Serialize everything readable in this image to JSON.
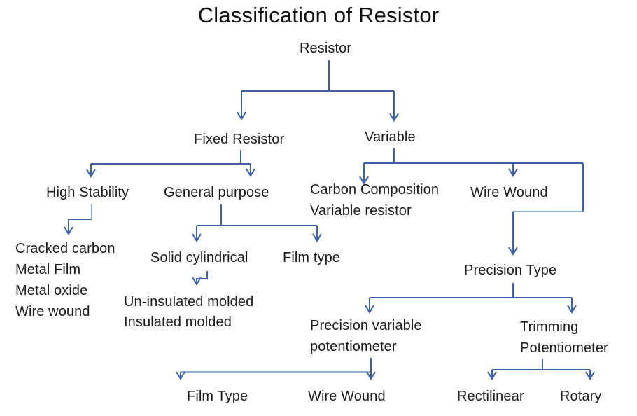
{
  "title": "Classification of Resistor",
  "nodes": {
    "resistor": {
      "label": "Resistor"
    },
    "fixed_resistor": {
      "label": "Fixed Resistor"
    },
    "variable": {
      "label": "Variable"
    },
    "high_stability": {
      "label": "High Stability"
    },
    "general_purpose": {
      "label": "General purpose"
    },
    "carbon_composition": {
      "label": "Carbon Composition\nVariable resistor"
    },
    "wire_wound_variable": {
      "label": "Wire Wound"
    },
    "high_stability_types": {
      "label": "Cracked carbon\nMetal Film\nMetal oxide\nWire wound"
    },
    "solid_cylindrical": {
      "label": "Solid cylindrical"
    },
    "film_type_general": {
      "label": "Film type"
    },
    "molded_types": {
      "label": "Un-insulated molded\nInsulated molded"
    },
    "precision_type": {
      "label": "Precision Type"
    },
    "precision_variable_potentiometer": {
      "label": "Precision variable\npotentiometer"
    },
    "trimming_potentiometer": {
      "label": "Trimming\nPotentiometer"
    },
    "film_type_precision": {
      "label": "Film Type"
    },
    "wire_wound_precision": {
      "label": "Wire Wound"
    },
    "rectilinear": {
      "label": "Rectilinear"
    },
    "rotary": {
      "label": "Rotary"
    }
  },
  "edges": [
    [
      "resistor",
      "fixed_resistor"
    ],
    [
      "resistor",
      "variable"
    ],
    [
      "fixed_resistor",
      "high_stability"
    ],
    [
      "fixed_resistor",
      "general_purpose"
    ],
    [
      "high_stability",
      "high_stability_types"
    ],
    [
      "general_purpose",
      "solid_cylindrical"
    ],
    [
      "general_purpose",
      "film_type_general"
    ],
    [
      "solid_cylindrical",
      "molded_types"
    ],
    [
      "variable",
      "carbon_composition"
    ],
    [
      "variable",
      "wire_wound_variable"
    ],
    [
      "variable",
      "precision_type"
    ],
    [
      "precision_type",
      "precision_variable_potentiometer"
    ],
    [
      "precision_type",
      "trimming_potentiometer"
    ],
    [
      "precision_variable_potentiometer",
      "film_type_precision"
    ],
    [
      "precision_variable_potentiometer",
      "wire_wound_precision"
    ],
    [
      "trimming_potentiometer",
      "rectilinear"
    ],
    [
      "trimming_potentiometer",
      "rotary"
    ]
  ],
  "colors": {
    "line": "#3a61a9",
    "line_light": "#8fb0dc",
    "text": "#1b1b1b",
    "background": "#ffffff"
  }
}
